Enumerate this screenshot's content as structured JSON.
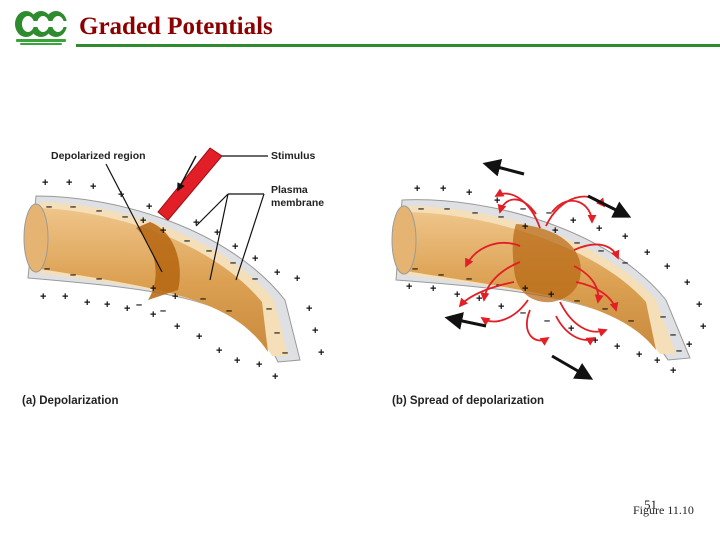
{
  "header": {
    "title": "Graded Potentials",
    "title_color": "#8b0000",
    "rule_color": "#2e8b2e",
    "logo": {
      "icon": "ecc-logo-icon",
      "text": "ECC",
      "color": "#2e8b2e"
    }
  },
  "figure": {
    "labels": {
      "depolarized_region": "Depolarized region",
      "stimulus": "Stimulus",
      "plasma_membrane_line1": "Plasma",
      "plasma_membrane_line2": "membrane"
    },
    "captions": {
      "a": "(a) Depolarization",
      "b": "(b) Spread of depolarization"
    },
    "colors": {
      "axon_fill": "#e0a95a",
      "membrane": "#f3dcb4",
      "depolarized_band": "#b5650f",
      "stimulus_probe": "#e21f26",
      "current_arrows": "#e21f26"
    }
  },
  "footer": {
    "page_number": "51",
    "figure_ref": "Figure 11.10"
  }
}
